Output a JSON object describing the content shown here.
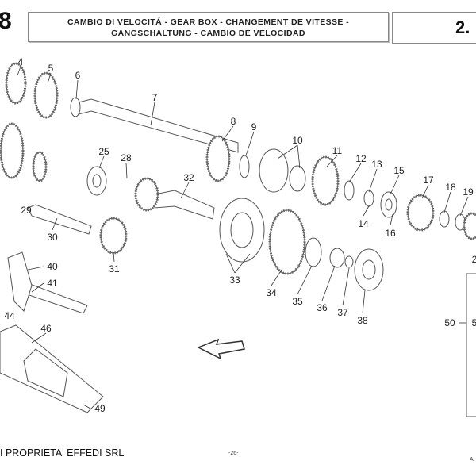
{
  "header": {
    "page_number": "8",
    "title_line1": "CAMBIO DI VELOCITÁ - GEAR BOX - CHANGEMENT DE VITESSE -",
    "title_line2": "GANGSCHALTUNG - CAMBIO DE VELOCIDAD",
    "section_number": "2."
  },
  "callouts": [
    "4",
    "5",
    "6",
    "7",
    "8",
    "9",
    "10",
    "11",
    "12",
    "13",
    "14",
    "15",
    "16",
    "17",
    "18",
    "19",
    "25",
    "28",
    "29",
    "30",
    "31",
    "32",
    "33",
    "34",
    "35",
    "36",
    "37",
    "38",
    "40",
    "41",
    "44",
    "46",
    "49",
    "50",
    "5",
    "2"
  ],
  "footer": {
    "copyright": "I PROPRIETA' EFFEDI SRL",
    "page": "-26-",
    "right": "A"
  }
}
